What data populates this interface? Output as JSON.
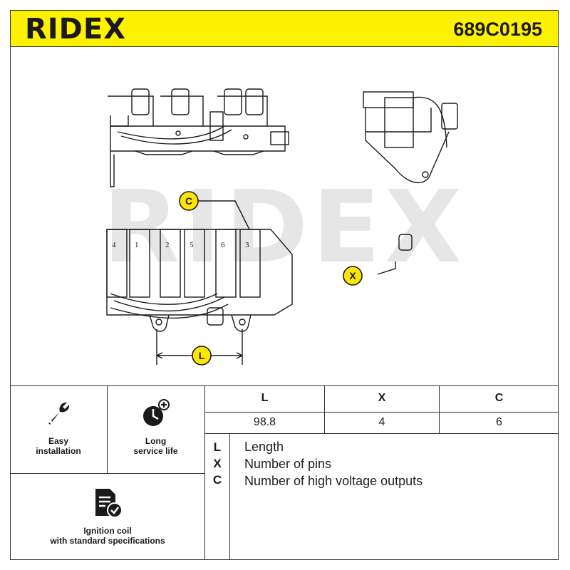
{
  "header": {
    "brand": "RIDEX",
    "part_number": "689C0195",
    "bg_color": "#fff200"
  },
  "watermark": "RIDEX",
  "callouts": {
    "C": "C",
    "X": "X",
    "L": "L",
    "callout_color": "#ffe600"
  },
  "coil_numbers": [
    "4",
    "1",
    "2",
    "5",
    "6",
    "3"
  ],
  "features": [
    {
      "icon": "wrench-icon",
      "label_line1": "Easy",
      "label_line2": "installation"
    },
    {
      "icon": "clock-plus-icon",
      "label_line1": "Long",
      "label_line2": "service life"
    },
    {
      "icon": "document-check-icon",
      "label_line1": "Ignition coil",
      "label_line2": "with standard specifications"
    }
  ],
  "specs": {
    "headers": [
      "L",
      "X",
      "C"
    ],
    "values": [
      "98.8",
      "4",
      "6"
    ]
  },
  "legend": [
    {
      "key": "L",
      "text": "Length"
    },
    {
      "key": "X",
      "text": "Number of pins"
    },
    {
      "key": "C",
      "text": "Number of high voltage outputs"
    }
  ]
}
